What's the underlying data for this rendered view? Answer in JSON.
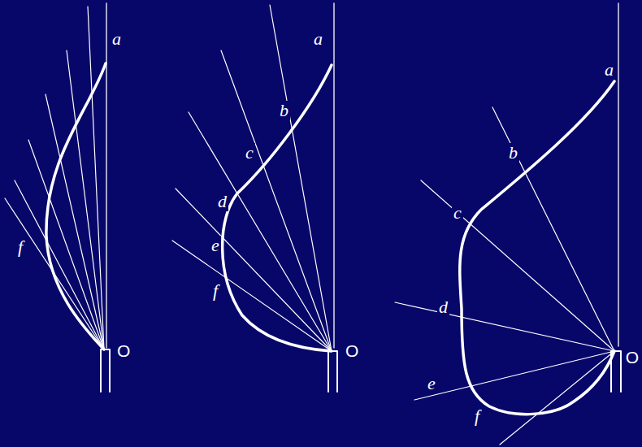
{
  "diagram": {
    "labels": [
      "a",
      "f",
      "O",
      "a",
      "b",
      "c",
      "d",
      "e",
      "f",
      "O",
      "a",
      "b",
      "c",
      "d",
      "e",
      "f",
      "O"
    ]
  }
}
